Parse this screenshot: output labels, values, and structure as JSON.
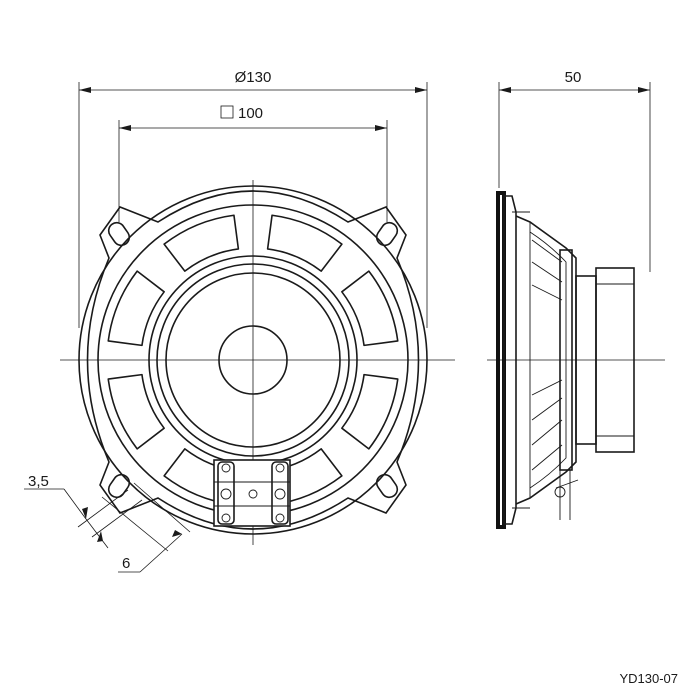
{
  "dimensions": {
    "outer_diameter": "Ø130",
    "mount_square": "100",
    "depth": "50",
    "slot_width": "3,5",
    "slot_length": "6"
  },
  "model": "YD130-07"
}
